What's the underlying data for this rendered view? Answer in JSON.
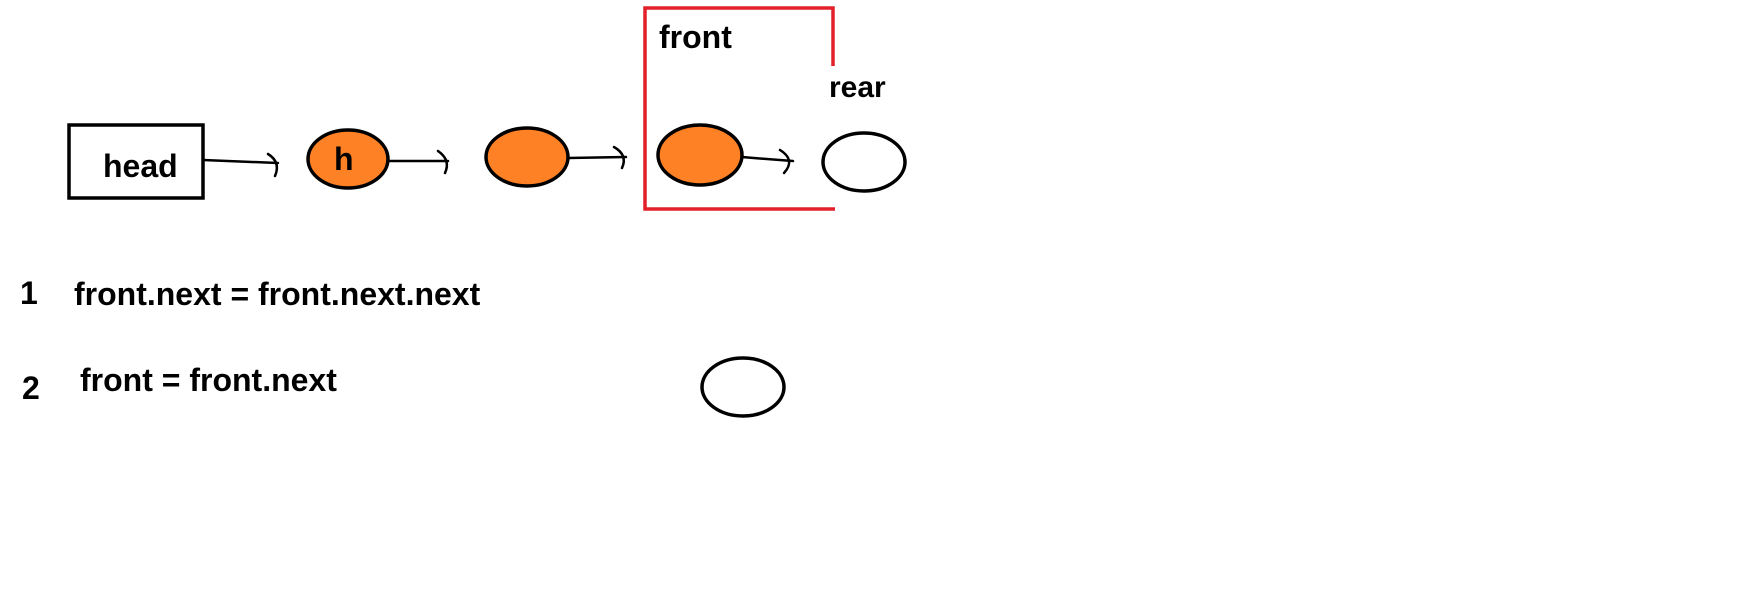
{
  "colors": {
    "node_fill": "#ff8125",
    "empty_fill": "#ffffff",
    "stroke": "#000000",
    "highlight": "#e3202a"
  },
  "diagram": {
    "head_label": "head",
    "first_node_label": "h",
    "front_label": "front",
    "rear_label": "rear"
  },
  "steps": [
    {
      "number": "1",
      "code": "front.next = front.next.next"
    },
    {
      "number": "2",
      "code": "front = front.next"
    }
  ]
}
